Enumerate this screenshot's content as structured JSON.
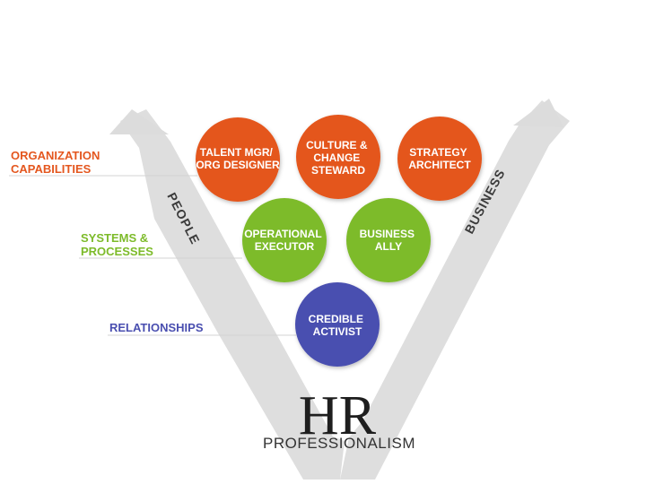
{
  "colors": {
    "orange": "#e4571f",
    "green": "#7dbb2a",
    "blue": "#4a4fb0",
    "arrow": "#dcdcdc",
    "guide": "#d0d0d0"
  },
  "row_labels": {
    "organization": [
      "ORGANIZATION",
      "CAPABILITIES"
    ],
    "systems": [
      "SYSTEMS &",
      "PROCESSES"
    ],
    "relationships": [
      "RELATIONSHIPS"
    ]
  },
  "arrows": {
    "left": "PEOPLE",
    "right": "BUSINESS"
  },
  "bubbles": {
    "talent": [
      "TALENT MGR/",
      "ORG DESIGNER"
    ],
    "culture": [
      "CULTURE &",
      "CHANGE",
      "STEWARD"
    ],
    "strategy": [
      "STRATEGY",
      "ARCHITECT"
    ],
    "operational": [
      "OPERATIONAL",
      "EXECUTOR"
    ],
    "business_ally": [
      "BUSINESS",
      "ALLY"
    ],
    "credible": [
      "CREDIBLE",
      "ACTIVIST"
    ]
  },
  "logo": {
    "main": "HR",
    "sub": "PROFESSIONALISM"
  }
}
